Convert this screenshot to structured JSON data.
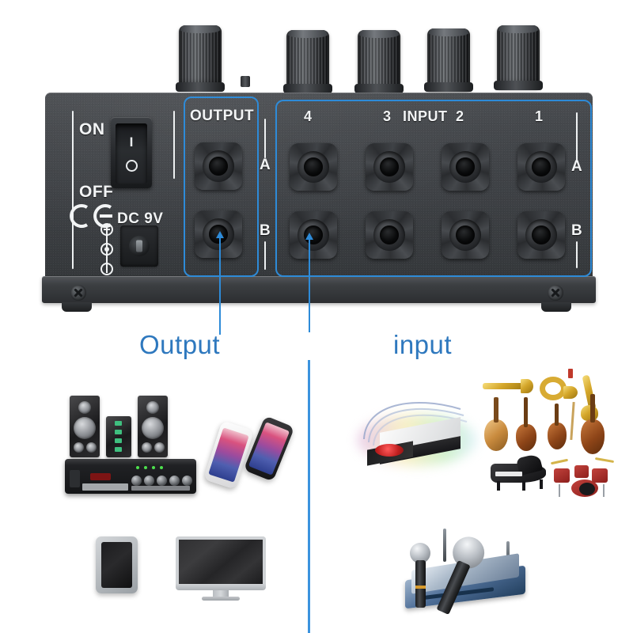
{
  "device": {
    "name": "4-channel stereo audio mixer rear panel",
    "power": {
      "on_label": "ON",
      "off_label": "OFF",
      "switch_on_symbol": "I",
      "switch_off_symbol": "O",
      "dc_label": "DC 9V",
      "certification": "CE"
    },
    "output_section": {
      "title": "OUTPUT",
      "row_labels": [
        "A",
        "B"
      ]
    },
    "input_section": {
      "title": "INPUT",
      "channel_numbers": [
        "4",
        "3",
        "2",
        "1"
      ],
      "row_labels": [
        "A",
        "B"
      ]
    },
    "knob_count": 5,
    "jack_count": 10
  },
  "annotations": {
    "output_callout": "Output",
    "input_callout": "input",
    "accent_color": "#2E8BD8",
    "callout_text_color": "#2E78BE"
  },
  "illustrations": {
    "output_devices": [
      "speaker-system-with-amplifier",
      "smartphones",
      "tablet",
      "desktop-monitor"
    ],
    "input_devices": [
      "cd-player",
      "trumpet",
      "french-horn",
      "saxophone",
      "acoustic-guitar",
      "electric-bass",
      "violin",
      "cello",
      "grand-piano",
      "drum-kit",
      "wireless-microphone-system"
    ]
  }
}
